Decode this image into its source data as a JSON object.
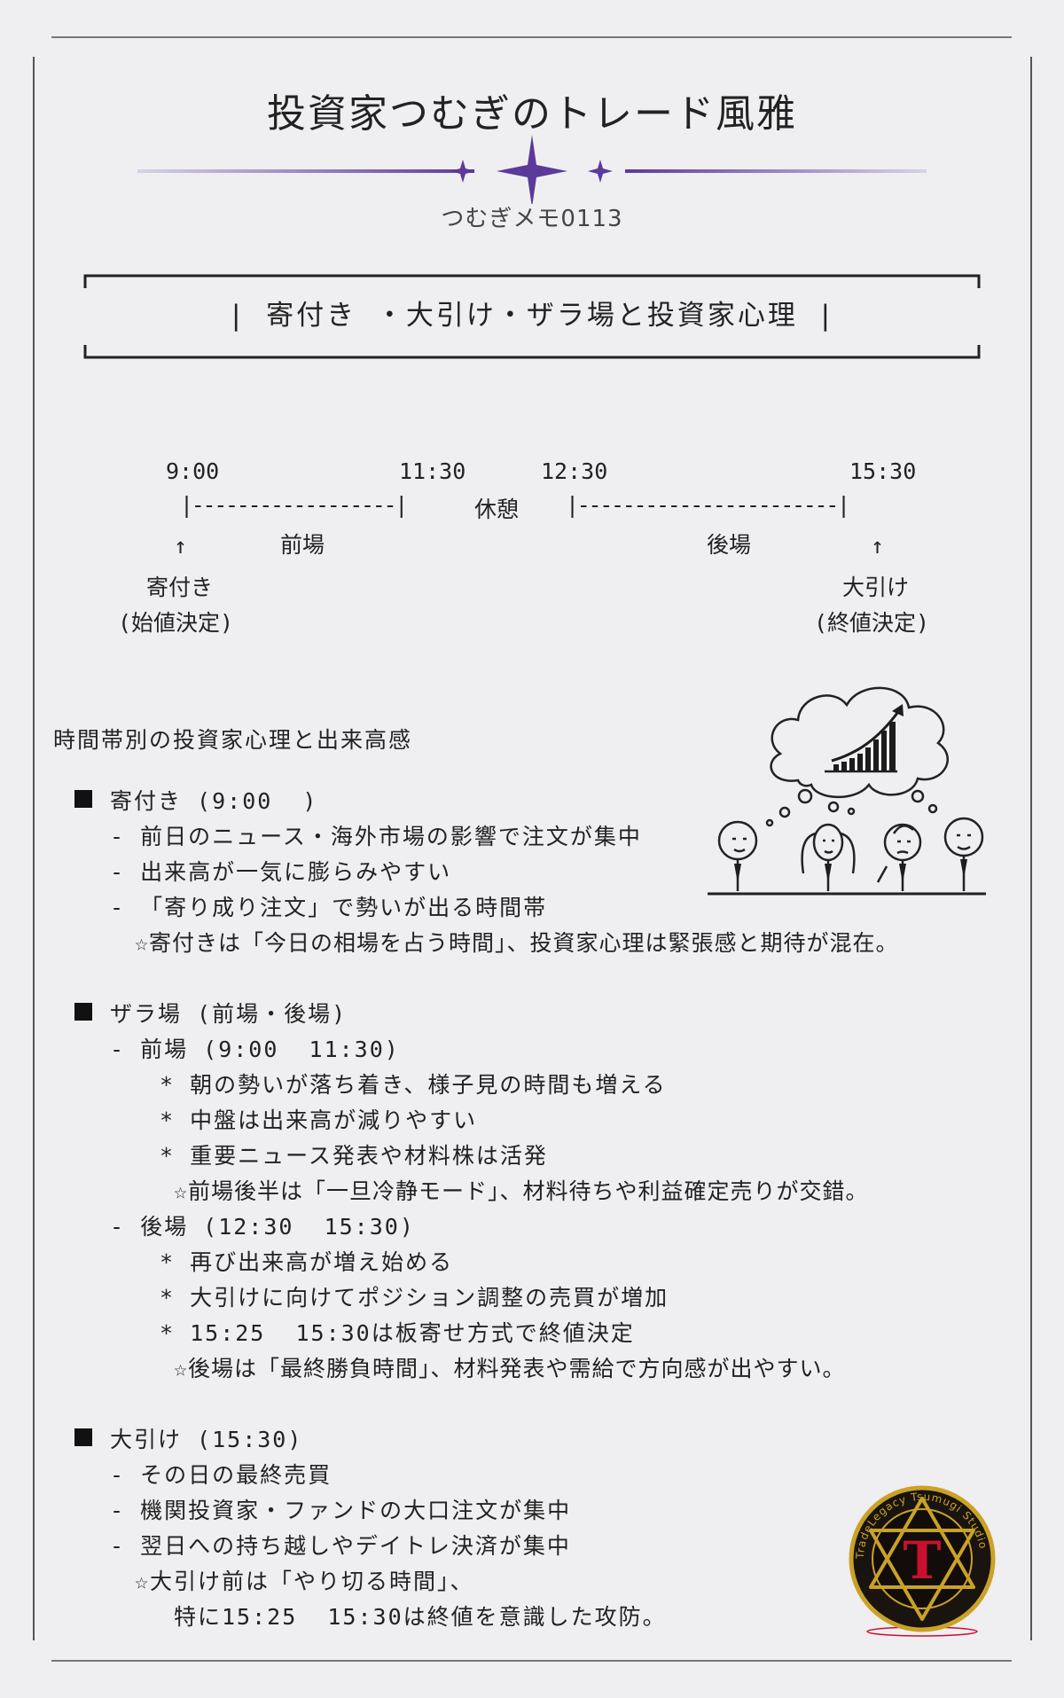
{
  "header": {
    "title": "投資家つむぎのトレード風雅",
    "memo": "つむぎメモ0113",
    "topic": "|  寄付き ・大引け・ザラ場と投資家心理  |"
  },
  "timeline": {
    "times": {
      "t1": "9:00",
      "t2": "11:30",
      "t3": "12:30",
      "t4": "15:30"
    },
    "bar_left": "|------------------|",
    "break_label": "休憩",
    "bar_right": "|-----------------------|",
    "morning": "前場",
    "afternoon": "後場",
    "arrow": "↑",
    "open_label": "寄付き",
    "open_note": "(始値決定)",
    "close_label": "大引け",
    "close_note": "(終値決定)"
  },
  "section_title": "時間帯別の投資家心理と出来高感",
  "sections": {
    "open": {
      "heading": "寄付き (9:00  )",
      "items": [
        "- 前日のニュース・海外市場の影響で注文が集中",
        "- 出来高が一気に膨らみやすい",
        "- 「寄り成り注文」で勢いが出る時間帯"
      ],
      "note": "☆寄付きは「今日の相場を占う時間」、投資家心理は緊張感と期待が混在。"
    },
    "zaraba": {
      "heading": "ザラ場 (前場・後場)",
      "morning": {
        "label": "- 前場 (9:00  11:30)",
        "items": [
          "* 朝の勢いが落ち着き、様子見の時間も増える",
          "* 中盤は出来高が減りやすい",
          "* 重要ニュース発表や材料株は活発"
        ],
        "note": "☆前場後半は「一旦冷静モード」、材料待ちや利益確定売りが交錯。"
      },
      "afternoon": {
        "label": "- 後場 (12:30  15:30)",
        "items": [
          "* 再び出来高が増え始める",
          "* 大引けに向けてポジション調整の売買が増加",
          "* 15:25  15:30は板寄せ方式で終値決定"
        ],
        "note": "☆後場は「最終勝負時間」、材料発表や需給で方向感が出やすい。"
      }
    },
    "close": {
      "heading": "大引け (15:30)",
      "items": [
        "- その日の最終売買",
        "- 機関投資家・ファンドの大口注文が集中",
        "- 翌日への持ち越しやデイトレ決済が集中"
      ],
      "note1": "☆大引け前は「やり切る時間」、",
      "note2": "特に15:25  15:30は終値を意識した攻防。"
    }
  },
  "logo": {
    "letter": "T",
    "ring_text": "TradeLegacy Tsumugi Studio"
  },
  "colors": {
    "accent": "#5b3a99",
    "logo_gold": "#c9a227",
    "logo_red": "#c8102e"
  }
}
